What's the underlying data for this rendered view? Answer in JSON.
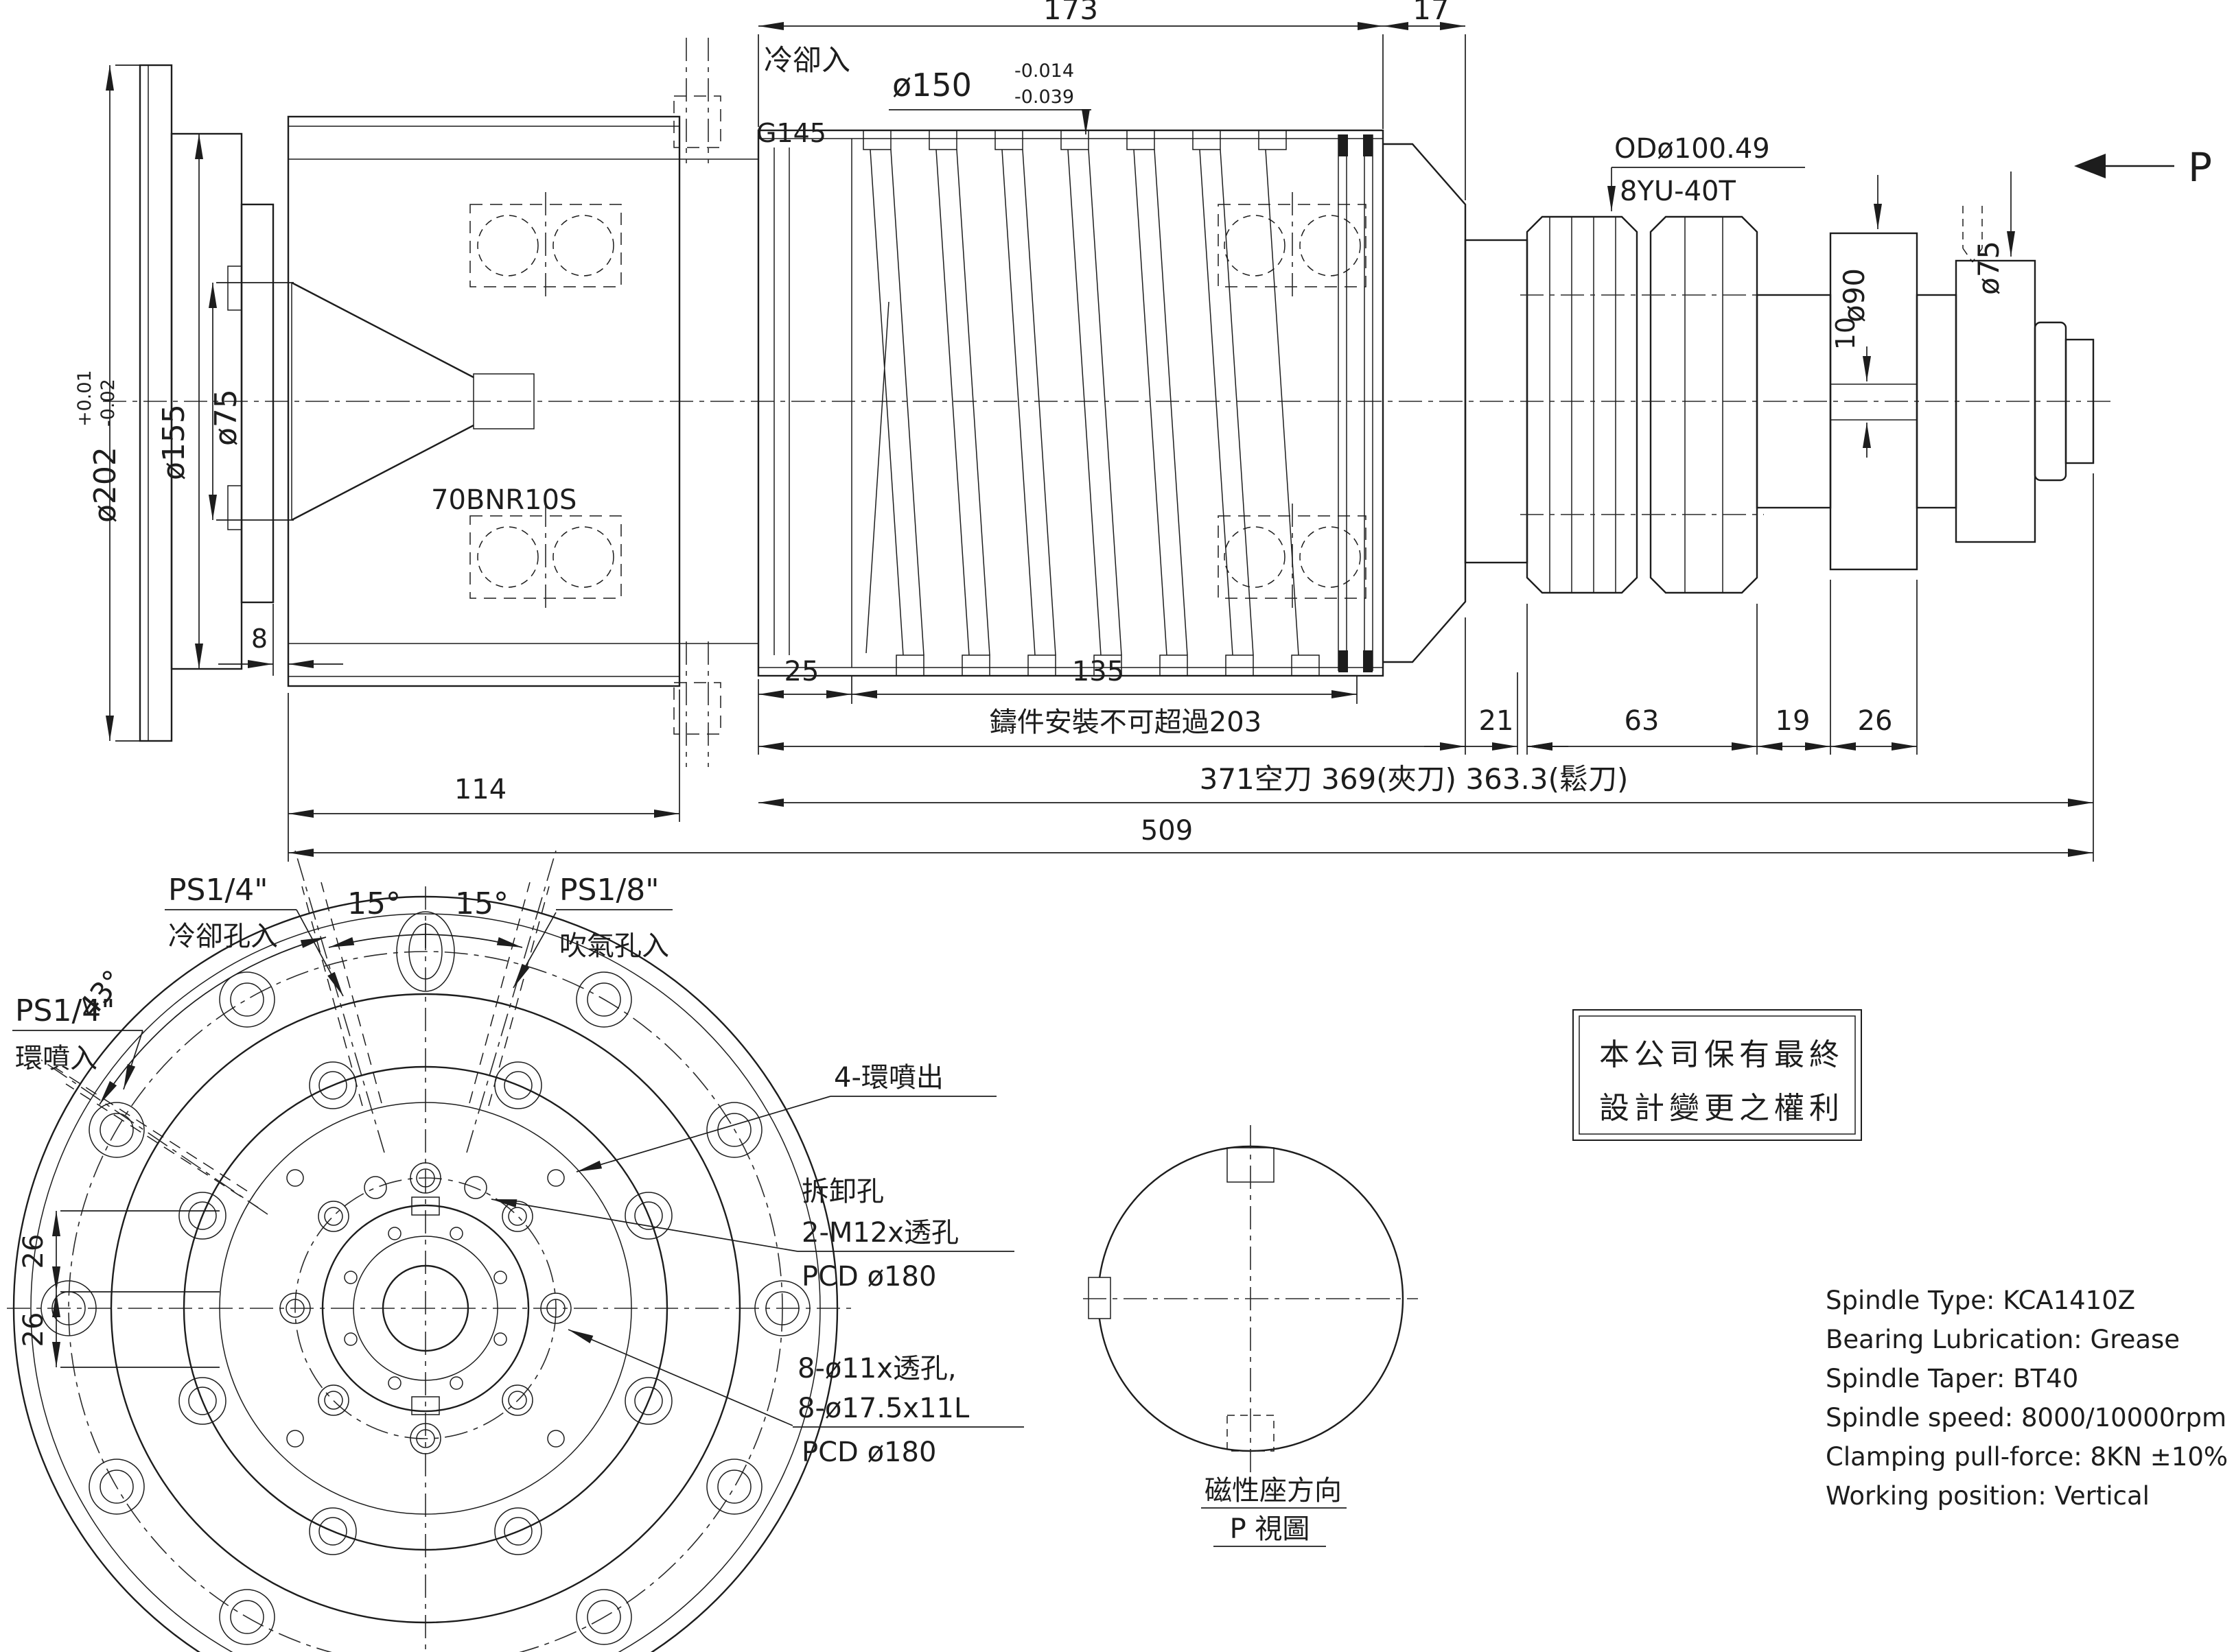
{
  "section": {
    "dims": {
      "d173": "173",
      "d17": "17",
      "d25": "25",
      "d135": "135",
      "d21": "21",
      "d63": "63",
      "d19": "19",
      "d26": "26",
      "d509": "509",
      "d114": "114",
      "d8": "8",
      "d10": "10",
      "casting_note": "鑄件安裝不可超過203",
      "tool_lengths": "371空刀  369(夾刀)  363.3(鬆刀)"
    },
    "labels": {
      "coolant_in": "冷卻入",
      "g145": "G145",
      "d150": "ø150",
      "d150_tol_up": "-0.014",
      "d150_tol_lo": "-0.039",
      "od100": "ODø100.49",
      "gear": "8YU-40T",
      "d90": "ø90",
      "d75_right": "ø75",
      "p_arrow": "P",
      "d202": "ø202",
      "d202_tol_up": "+0.01",
      "d202_tol_lo": "-0.02",
      "d155": "ø155",
      "d75_left": "ø75",
      "bearing": "70BNR10S"
    }
  },
  "front": {
    "ps14_ring": "PS1/4\"",
    "ring_spray_in": "環噴入",
    "ps14_cool": "PS1/4\"",
    "cool_hole_in": "冷卻孔入",
    "a15_left": "15°",
    "a15_right": "15°",
    "a43": "43°",
    "ps18": "PS1/8\"",
    "air_hole_in": "吹氣孔入",
    "ring_spray_out": "4-環噴出",
    "removal_hole": "拆卸孔",
    "m12": "2-M12x透孔",
    "pcd180_a": "PCD ø180",
    "holes8a": "8-ø11x透孔,",
    "holes8b": "8-ø17.5x11L",
    "pcd180_b": "PCD ø180",
    "d26a": "26",
    "d26b": "26"
  },
  "pview": {
    "magnet_dir": "磁性座方向",
    "view_label": "P 視圖"
  },
  "note_box": {
    "line1": "本公司保有最終",
    "line2": "設計變更之權利"
  },
  "specs": [
    "Spindle Type: KCA1410Z",
    "Bearing Lubrication: Grease",
    "Spindle Taper: BT40",
    "Spindle speed: 8000/10000rpm",
    "Clamping pull-force: 8KN ±10%",
    "Working position: Vertical"
  ]
}
